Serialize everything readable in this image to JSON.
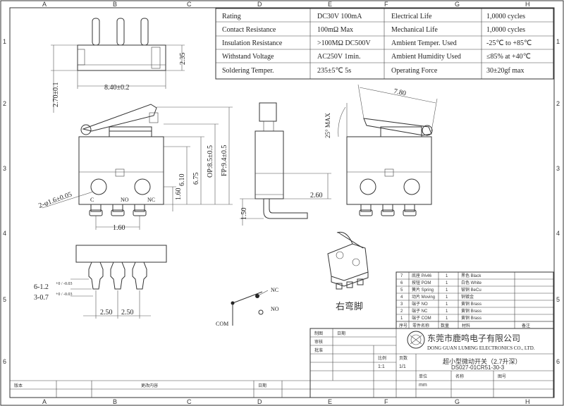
{
  "grid": {
    "columns": [
      "A",
      "B",
      "C",
      "D",
      "E",
      "F",
      "G",
      "H"
    ],
    "rows": [
      "1",
      "2",
      "3",
      "4",
      "5",
      "6"
    ]
  },
  "spec_table": [
    {
      "label": "Rating",
      "value": "DC30V 100mA",
      "label2": "Electrical Life",
      "value2": "1,0000 cycles"
    },
    {
      "label": "Contact Resistance",
      "value": "100mΩ  Max",
      "label2": "Mechanical Life",
      "value2": "1,0000 cycles"
    },
    {
      "label": "Insulation Resistance",
      "value": ">100MΩ  DC500V",
      "label2": "Ambient Temper. Used",
      "value2": "-25℃ to +85℃"
    },
    {
      "label": "Withstand Voltage",
      "value": "AC250V  1min.",
      "label2": "Ambient Humidity Used",
      "value2": "≤85% at +40℃"
    },
    {
      "label": "Soldering Temper.",
      "value": "235±5℃ 5s",
      "label2": "Operating Force",
      "value2": "30±20gf max"
    }
  ],
  "dimensions": {
    "top_width": "8.40±0.2",
    "top_height": "2.35",
    "lever_height": "2.70±0.1",
    "height_fp": "FP:9.4±0.5",
    "height_op": "OP:8.5±0.5",
    "h_675": "6.75",
    "h_610": "6.10",
    "h_160": "1.60",
    "pin_pitch": "1.60",
    "mount_hole": "2-φ1.6±0.05",
    "terminal_c": "C",
    "terminal_no": "NO",
    "terminal_nc": "NC",
    "side_150": "1.50",
    "side_260": "2.60",
    "angle": "25° MAX",
    "lever_length": "7.80",
    "pin_dim1": "6-1.2",
    "pin_dim1_tol": "+0 / -0.03",
    "pin_dim2": "3-0.7",
    "pin_dim2_tol": "+0 / -0.03",
    "pitch_a": "2.50",
    "pitch_b": "2.50"
  },
  "schematic": {
    "nc": "NC",
    "no": "NO",
    "com": "COM"
  },
  "iso_caption": "右弯脚",
  "bom": {
    "rows": [
      {
        "no": "7",
        "name": "底座 PA46",
        "qty": "1",
        "mat": "黑色 Black"
      },
      {
        "no": "6",
        "name": "按钮 POM",
        "qty": "1",
        "mat": "白色 White"
      },
      {
        "no": "5",
        "name": "簧片 Spring",
        "qty": "1",
        "mat": "铍铜 BeCu"
      },
      {
        "no": "4",
        "name": "动片 Moving",
        "qty": "1",
        "mat": "铜镀金"
      },
      {
        "no": "3",
        "name": "端子 NO",
        "qty": "1",
        "mat": "黄铜 Brass"
      },
      {
        "no": "2",
        "name": "端子 NC",
        "qty": "1",
        "mat": "黄铜 Brass"
      },
      {
        "no": "1",
        "name": "端子 COM",
        "qty": "1",
        "mat": "黄铜 Brass"
      }
    ],
    "header": {
      "no": "序号",
      "name": "零件名称",
      "qty": "数量",
      "mat": "材料",
      "note": "备注"
    }
  },
  "title_block": {
    "company_cn": "东莞市鹿鸣电子有限公司",
    "company_en": "DONG GUAN LUMING ELECTRONICS CO., LTD.",
    "product": "超小型微动开关（2.7升深）",
    "drawing_no": "DS027-01CR51-30-3",
    "scale": "1:1",
    "sheet": "1/1",
    "unit": "mm",
    "labels": {
      "draw": "制图",
      "check": "审核",
      "approve": "批准",
      "date": "日期",
      "scale": "比例",
      "sheet": "页数",
      "unit": "单位",
      "name": "名称",
      "no": "图号",
      "rev": "版本",
      "change": "更改内容"
    }
  }
}
